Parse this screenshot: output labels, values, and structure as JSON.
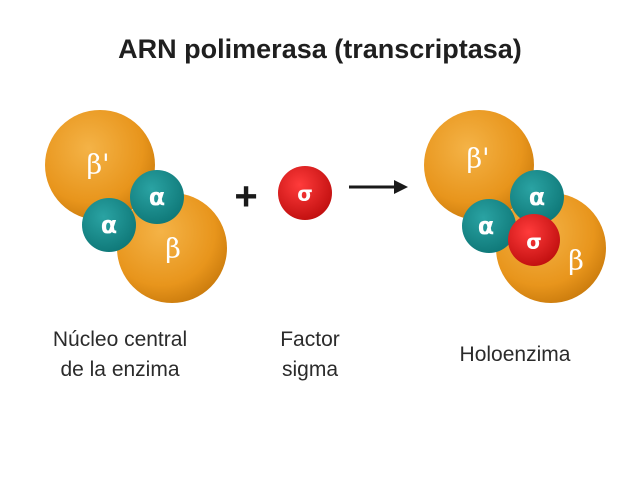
{
  "title": "ARN polimerasa (transcriptasa)",
  "colors": {
    "beta_subunit": "#e8951c",
    "alpha_subunit": "#138b8b",
    "sigma_factor": "#e01616",
    "text": "#ffffff"
  },
  "core_enzyme": {
    "beta_prime_label": "β'",
    "beta_label": "β",
    "alpha_labels": [
      "α",
      "α"
    ],
    "caption_lines": [
      "Núcleo central",
      "de la enzima"
    ]
  },
  "sigma_factor": {
    "symbol": "σ",
    "caption_lines": [
      "Factor",
      "sigma"
    ]
  },
  "holoenzyme": {
    "beta_prime_label": "β'",
    "beta_label": "β",
    "alpha_labels": [
      "α",
      "α"
    ],
    "sigma_label": "σ",
    "caption_lines": [
      "Holoenzima"
    ]
  },
  "operators": {
    "plus": "+",
    "arrow": "arrow-right-icon"
  }
}
